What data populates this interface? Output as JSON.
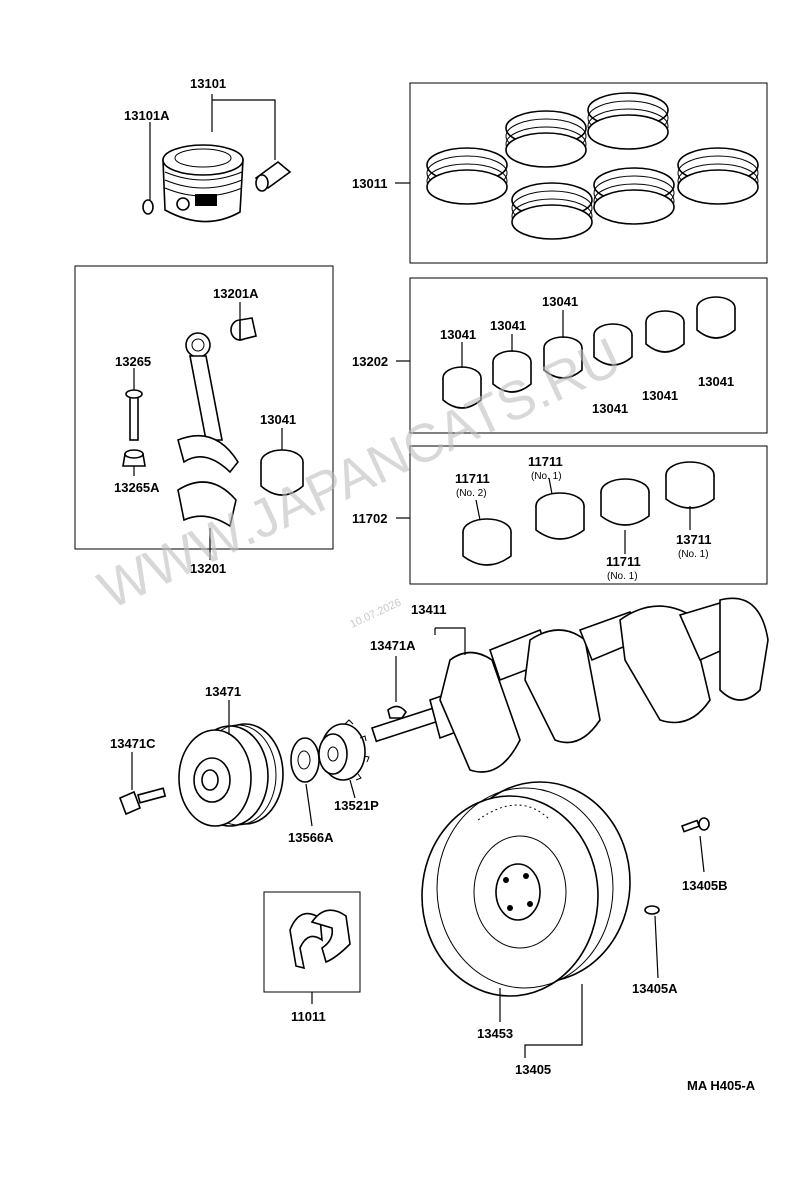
{
  "watermark": "WWW.JAPANCATS.RU",
  "date_stamp": "10.07.2026",
  "footer_code": "MA  H405-A",
  "labels": {
    "p13101": "13101",
    "p13101A": "13101A",
    "p13011": "13011",
    "p13201A": "13201A",
    "p13265": "13265",
    "p13265A": "13265A",
    "p13201": "13201",
    "p13041_rod": "13041",
    "p13202": "13202",
    "p13041_a": "13041",
    "p13041_b": "13041",
    "p13041_c": "13041",
    "p13041_d": "13041",
    "p13041_e": "13041",
    "p13041_f": "13041",
    "p11702": "11702",
    "p11711_a": "11711",
    "p11711_a_note": "(No. 2)",
    "p11711_b": "11711",
    "p11711_b_note": "(No. 1)",
    "p11711_c": "11711",
    "p11711_c_note": "(No. 1)",
    "p13711": "13711",
    "p13711_note": "(No. 1)",
    "p13411": "13411",
    "p13471A": "13471A",
    "p13471": "13471",
    "p13471C": "13471C",
    "p13521P": "13521P",
    "p13566A": "13566A",
    "p11011": "11011",
    "p13453": "13453",
    "p13405": "13405",
    "p13405A": "13405A",
    "p13405B": "13405B"
  }
}
